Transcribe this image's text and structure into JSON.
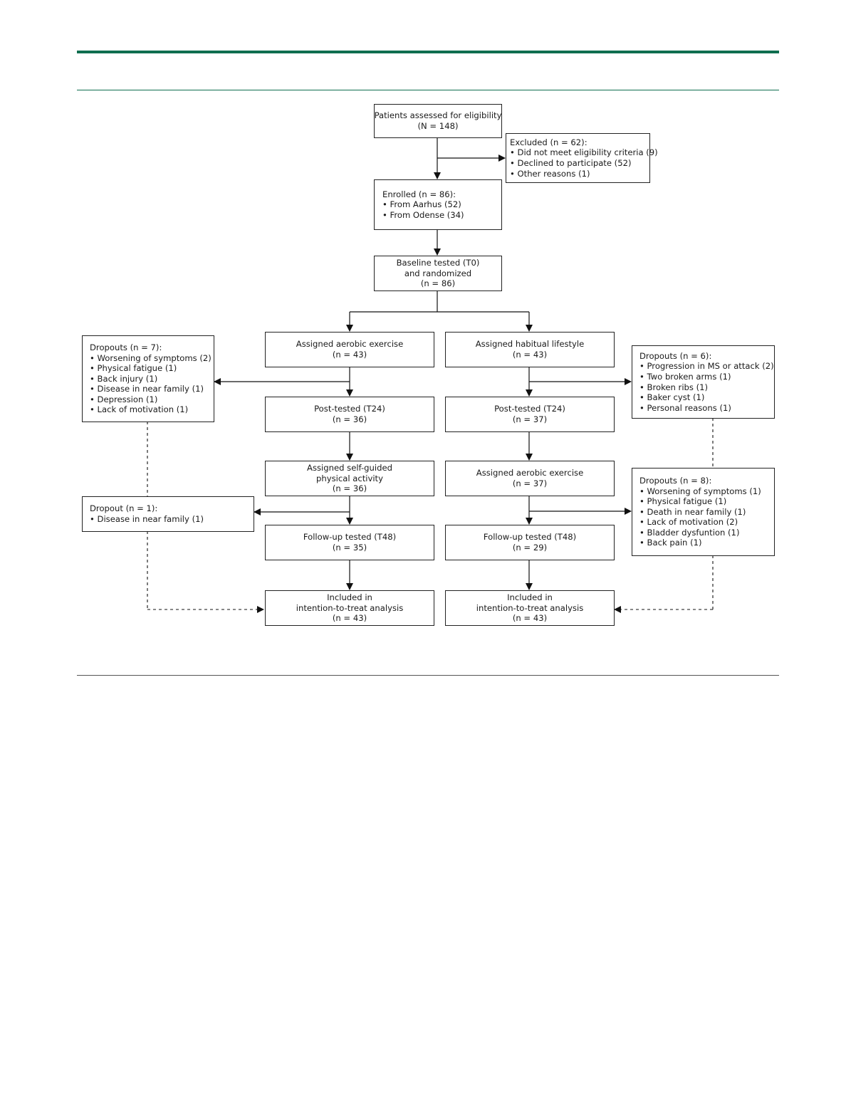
{
  "header_color": "#0f6e4f",
  "boxes": {
    "assessed": {
      "lines": [
        "Patients assessed for eligibility",
        "(N = 148)"
      ]
    },
    "excluded": {
      "lines": [
        "Excluded (n = 62):",
        "• Did not meet eligibility criteria (9)",
        "• Declined to participate (52)",
        "• Other reasons (1)"
      ]
    },
    "enrolled": {
      "lines": [
        "Enrolled (n = 86):",
        "• From Aarhus (52)",
        "• From Odense (34)"
      ]
    },
    "baseline": {
      "lines": [
        "Baseline tested (T0)",
        "and randomized",
        "(n = 86)"
      ]
    },
    "aerobic_assigned": {
      "lines": [
        "Assigned aerobic exercise",
        "(n = 43)"
      ]
    },
    "habitual_assigned": {
      "lines": [
        "Assigned habitual lifestyle",
        "(n = 43)"
      ]
    },
    "dropouts_left_1": {
      "lines": [
        "Dropouts (n = 7):",
        "• Worsening of symptoms (2)",
        "• Physical fatigue (1)",
        "• Back injury (1)",
        "• Disease in near family (1)",
        "• Depression (1)",
        "• Lack of motivation (1)"
      ]
    },
    "dropouts_right_1": {
      "lines": [
        "Dropouts (n = 6):",
        "• Progression in MS or attack (2)",
        "• Two broken arms (1)",
        "• Broken ribs (1)",
        "• Baker cyst (1)",
        "• Personal reasons (1)"
      ]
    },
    "post_left": {
      "lines": [
        "Post-tested (T24)",
        "(n = 36)"
      ]
    },
    "post_right": {
      "lines": [
        "Post-tested (T24)",
        "(n = 37)"
      ]
    },
    "selfguided_assigned": {
      "lines": [
        "Assigned self-guided",
        "physical activity",
        "(n = 36)"
      ]
    },
    "aerobic_assigned_2": {
      "lines": [
        "Assigned aerobic exercise",
        "(n = 37)"
      ]
    },
    "dropout_left_2": {
      "lines": [
        "Dropout (n = 1):",
        "• Disease in near family (1)"
      ]
    },
    "dropouts_right_2": {
      "lines": [
        "Dropouts (n = 8):",
        "• Worsening of symptoms (1)",
        "• Physical fatigue (1)",
        "• Death in near family (1)",
        "• Lack of motivation (2)",
        "• Bladder dysfuntion (1)",
        "• Back pain (1)"
      ]
    },
    "followup_left": {
      "lines": [
        "Follow-up tested (T48)",
        "(n = 35)"
      ]
    },
    "followup_right": {
      "lines": [
        "Follow-up tested (T48)",
        "(n = 29)"
      ]
    },
    "itt_left": {
      "lines": [
        "Included in",
        "intention-to-treat analysis",
        "(n = 43)"
      ]
    },
    "itt_right": {
      "lines": [
        "Included in",
        "intention-to-treat analysis",
        "(n = 43)"
      ]
    }
  }
}
